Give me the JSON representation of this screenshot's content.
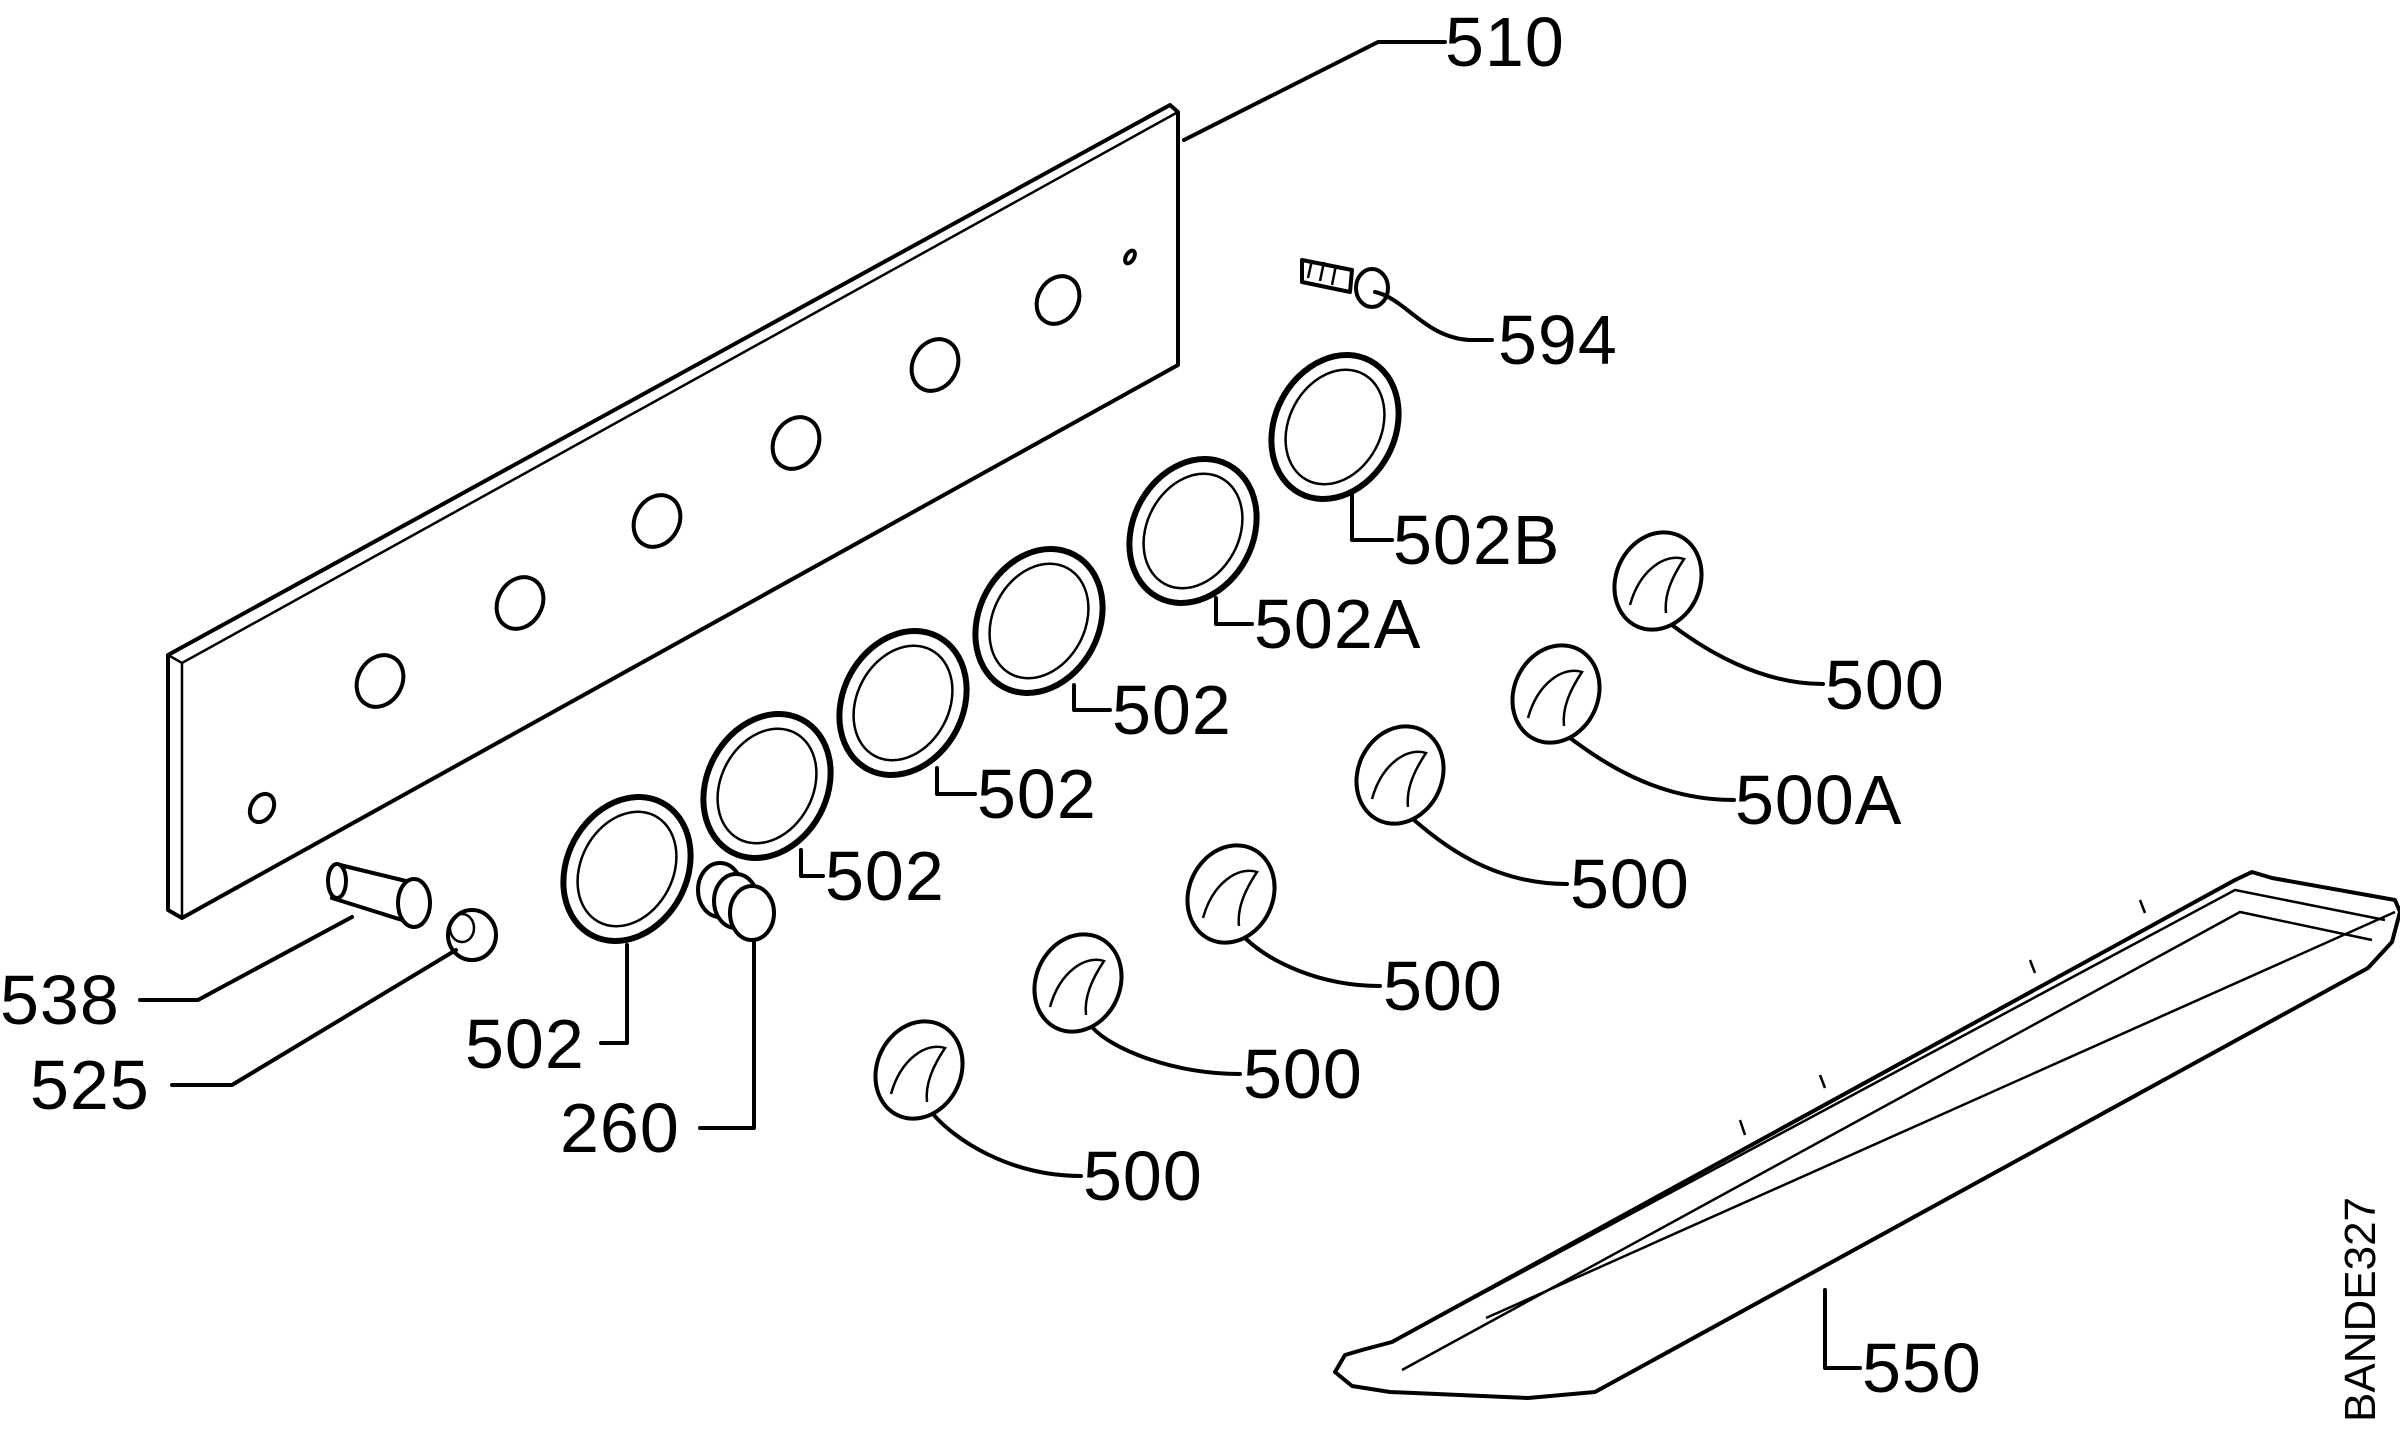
{
  "diagram": {
    "labels": {
      "p510": "510",
      "p594": "594",
      "p502B": "502B",
      "p502A": "502A",
      "p502_1": "502",
      "p502_2": "502",
      "p502_3": "502",
      "p502_4": "502",
      "p500_1": "500",
      "p500A": "500A",
      "p500_2": "500",
      "p500_3": "500",
      "p500_4": "500",
      "p500_5": "500",
      "p538": "538",
      "p525": "525",
      "p260": "260",
      "p550": "550"
    },
    "figure_code": "BANDE327"
  }
}
